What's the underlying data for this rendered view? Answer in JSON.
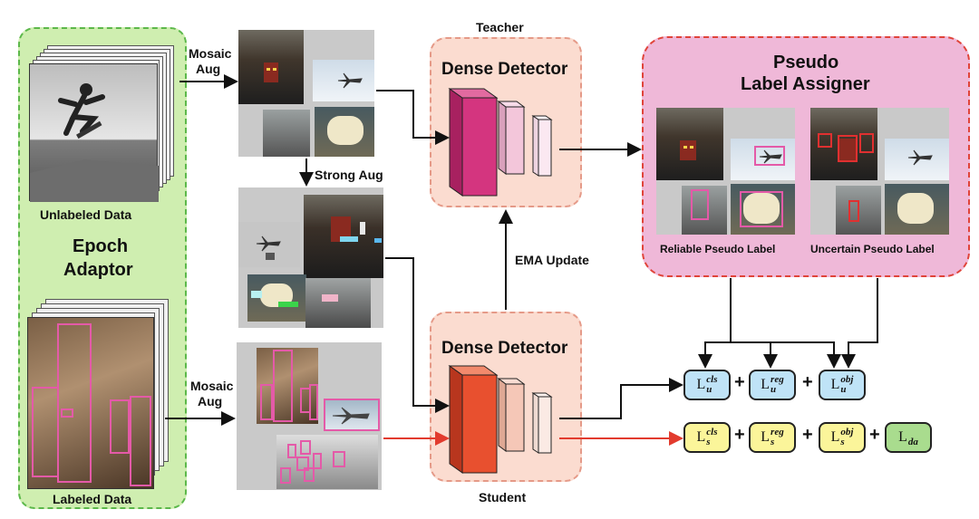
{
  "epoch_adaptor": {
    "title_line1": "Epoch",
    "title_line2": "Adaptor",
    "unlabeled_caption": "Unlabeled Data",
    "labeled_caption": "Labeled Data"
  },
  "augment": {
    "mosaic_top_line1": "Mosaic",
    "mosaic_top_line2": "Aug",
    "mosaic_bottom_line1": "Mosaic",
    "mosaic_bottom_line2": "Aug",
    "strong_aug": "Strong Aug"
  },
  "teacher": {
    "caption": "Teacher",
    "title": "Dense Detector"
  },
  "student": {
    "caption": "Student",
    "title": "Dense Detector"
  },
  "ema_update": "EMA Update",
  "assigner": {
    "title_line1": "Pseudo",
    "title_line2": "Label Assigner",
    "reliable_caption": "Reliable Pseudo Label",
    "uncertain_caption": "Uncertain Pseudo Label"
  },
  "losses": {
    "unlabeled": [
      {
        "base": "L",
        "sup": "cls",
        "sub": "u"
      },
      {
        "base": "L",
        "sup": "reg",
        "sub": "u"
      },
      {
        "base": "L",
        "sup": "obj",
        "sub": "u"
      }
    ],
    "labeled": [
      {
        "base": "L",
        "sup": "cls",
        "sub": "s"
      },
      {
        "base": "L",
        "sup": "reg",
        "sub": "s"
      },
      {
        "base": "L",
        "sup": "obj",
        "sub": "s"
      },
      {
        "base": "L",
        "sup": "",
        "sub": "da"
      }
    ],
    "plus": "+"
  },
  "colors": {
    "epoch_bg": "#cfeeb0",
    "epoch_border": "#5cb84a",
    "detector_bg": "#fbdcd0",
    "detector_border": "#e59a88",
    "assigner_bg": "#efb8d8",
    "assigner_border": "#e0443a",
    "teacher_block_front": "#d4357f",
    "student_block_front": "#e8502f",
    "loss_unlabeled": "#bfe3f7",
    "loss_labeled": "#fbf59a",
    "loss_da": "#a9dc8e",
    "pink_box": "#e45aa8",
    "red_box": "#e03030",
    "arrow_red": "#e23b2e"
  }
}
